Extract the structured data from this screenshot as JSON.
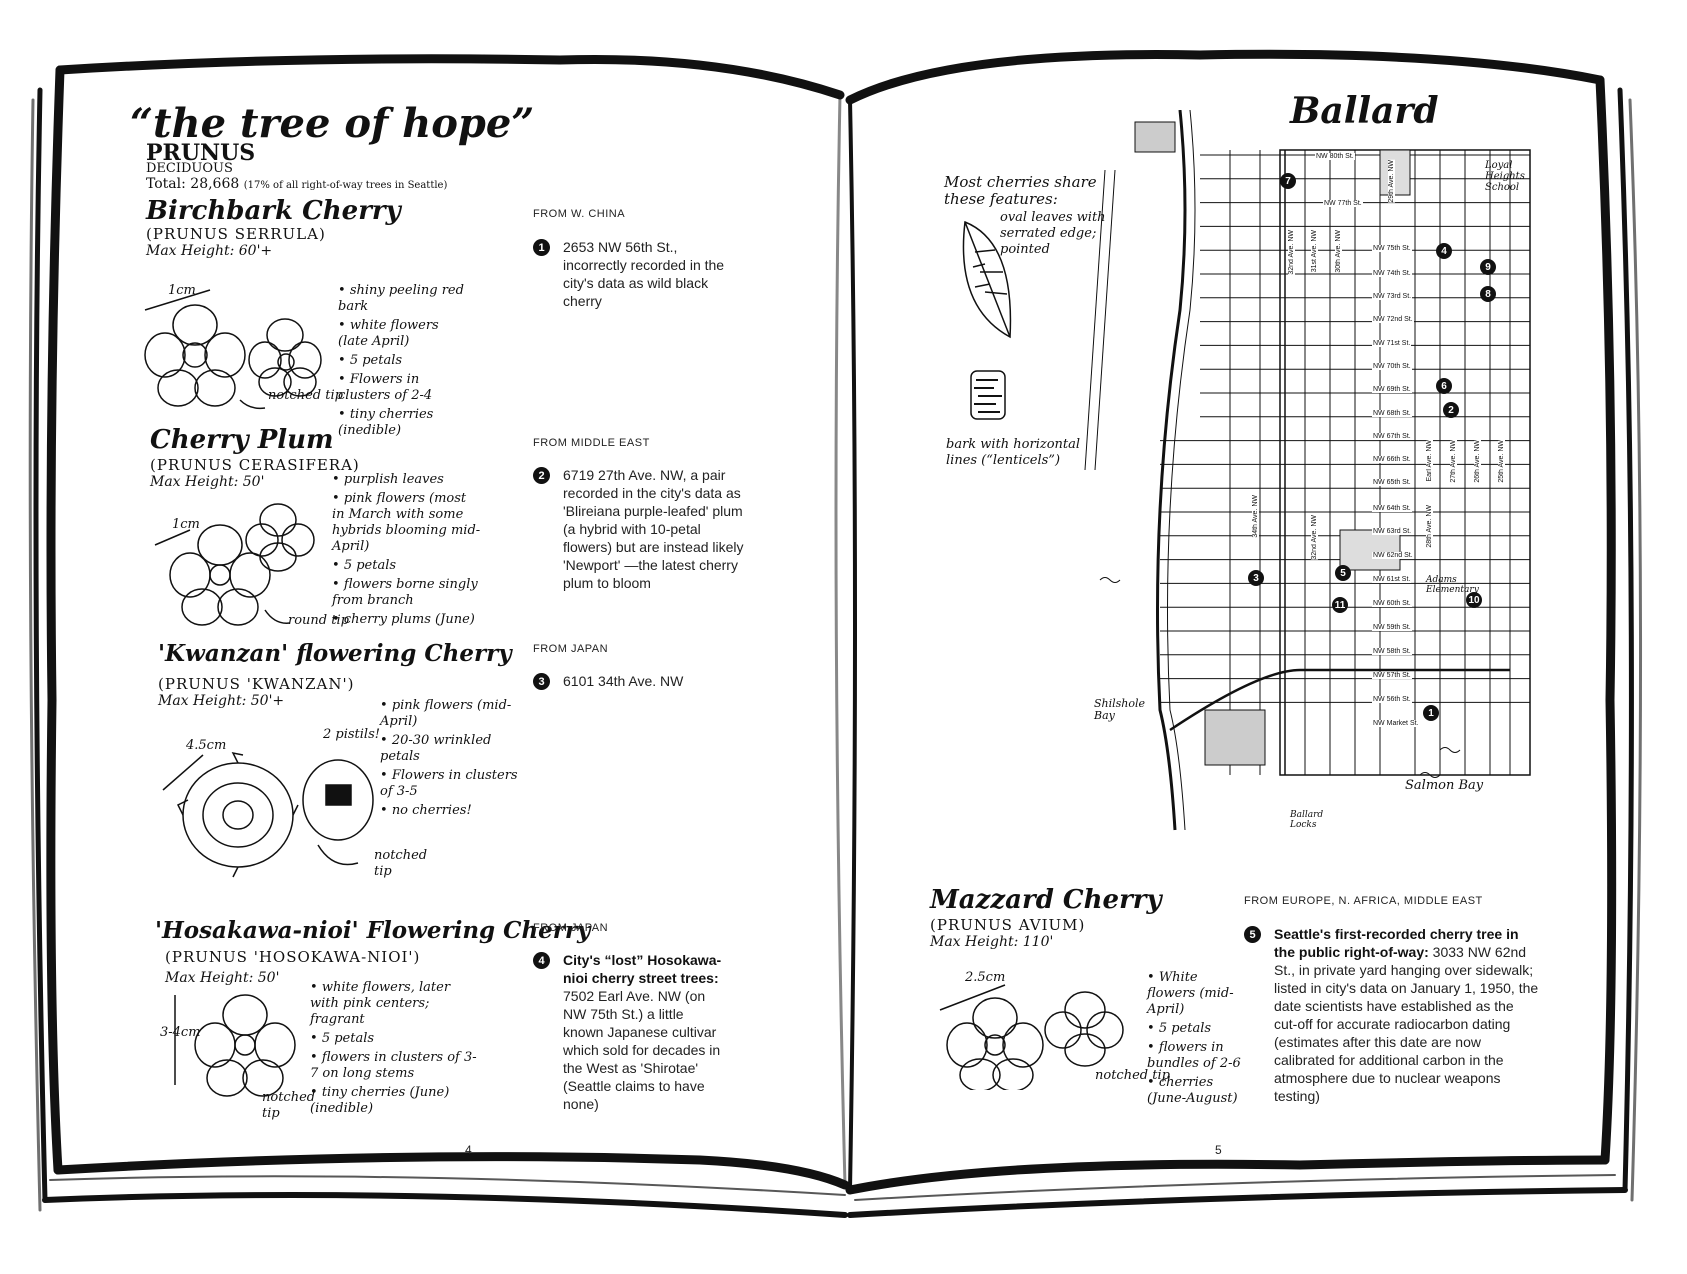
{
  "left_page": {
    "title": "“the tree of hope”",
    "genus": "PRUNUS",
    "habit": "DECIDUOUS",
    "total": "Total: 28,668",
    "total_note": "(17% of all right-of-way trees in Seattle)",
    "page_number": "4",
    "species": [
      {
        "name": "Birchbark Cherry",
        "latin": "(PRUNUS SERRULA)",
        "height": "Max Height: 60'+",
        "scale": "1cm",
        "features": [
          "shiny peeling red bark",
          "white flowers (late April)",
          "5 petals",
          "Flowers in clusters of 2-4",
          "tiny cherries (inedible)"
        ],
        "callout": "notched tip",
        "origin": "FROM W. CHINA",
        "entry_number": "1",
        "entry_text": "2653 NW 56th St., incorrectly recorded in the city's data as wild black cherry"
      },
      {
        "name": "Cherry Plum",
        "latin": "(PRUNUS CERASIFERA)",
        "height": "Max Height: 50'",
        "scale": "1cm",
        "features": [
          "purplish leaves",
          "pink flowers (most in March with some hybrids blooming mid-April)",
          "5 petals",
          "flowers borne singly from branch",
          "cherry plums (June)"
        ],
        "callout": "round tip",
        "origin": "FROM MIDDLE EAST",
        "entry_number": "2",
        "entry_text": "6719 27th Ave. NW, a pair recorded in the city's data as 'Blireiana purple-leafed' plum (a hybrid with 10-petal flowers) but are instead likely 'Newport' —the latest cherry plum to bloom"
      },
      {
        "name": "'Kwanzan' flowering Cherry",
        "latin": "(PRUNUS 'KWANZAN')",
        "height": "Max Height: 50'+",
        "scale": "4.5cm",
        "features": [
          "pink flowers (mid-April)",
          "20-30 wrinkled petals",
          "Flowers in clusters of 3-5",
          "no cherries!"
        ],
        "callout": "notched tip",
        "callout2": "2 pistils!",
        "origin": "FROM JAPAN",
        "entry_number": "3",
        "entry_text": "6101 34th Ave. NW"
      },
      {
        "name": "'Hosakawa-nioi' Flowering Cherry",
        "latin": "(PRUNUS 'HOSOKAWA-NIOI')",
        "height": "Max Height: 50'",
        "scale": "3-4cm",
        "features": [
          "white flowers, later with pink centers; fragrant",
          "5 petals",
          "flowers in clusters of 3-7 on long stems",
          "tiny cherries (June) (inedible)"
        ],
        "callout": "notched tip",
        "origin": "FROM JAPAN",
        "entry_number": "4",
        "entry_bold": "City's “lost” Hosokawa-nioi cherry street trees:",
        "entry_text": "7502 Earl Ave. NW (on NW 75th St.) a little known Japanese cultivar which sold for decades in the West as 'Shirotae' (Seattle claims to have none)"
      }
    ]
  },
  "right_page": {
    "page_number": "5",
    "common": {
      "heading": "Most cherries share these features:",
      "leaf_note": "oval leaves with serrated edge; pointed",
      "bark_note": "bark with horizontal lines (“lenticels”)"
    },
    "map": {
      "title": "Ballard",
      "streets_h": [
        "NW 80th St.",
        "NW 77th St.",
        "NW 75th St.",
        "NW 74th St.",
        "NW 73rd St.",
        "NW 72nd St.",
        "NW 71st St.",
        "NW 70th St.",
        "NW 69th St.",
        "NW 68th St.",
        "NW 67th St.",
        "NW 66th St.",
        "NW 65th St.",
        "NW 64th St.",
        "NW 63rd St.",
        "NW 62nd St.",
        "NW 61st St.",
        "NW 60th St.",
        "NW 59th St.",
        "NW 58th St.",
        "NW 57th St.",
        "NW 56th St.",
        "NW Market St."
      ],
      "streets_v": [
        "32nd Ave. NW",
        "31st Ave. NW",
        "30th Ave. NW",
        "29th Ave. NW",
        "Earl Ave. NW",
        "27th Ave. NW",
        "26th Ave. NW",
        "25th Ave. NW",
        "34th Ave. NW",
        "32nd Ave. NW",
        "28th Ave. NW"
      ],
      "places": {
        "school1": "Loyal Heights School",
        "school2": "Adams Elementary",
        "bay1": "Shilshole Bay",
        "bay2": "Salmon Bay",
        "locks": "Ballard Locks"
      },
      "markers": [
        "1",
        "2",
        "3",
        "4",
        "5",
        "6",
        "7",
        "8",
        "9",
        "10",
        "11"
      ]
    },
    "species": {
      "name": "Mazzard Cherry",
      "latin": "(PRUNUS AVIUM)",
      "height": "Max Height: 110'",
      "scale": "2.5cm",
      "features": [
        "White flowers (mid-April)",
        "5 petals",
        "flowers in bundles of 2-6",
        "cherries (June-August)"
      ],
      "callout": "notched tip",
      "origin": "FROM EUROPE, N. AFRICA, MIDDLE EAST",
      "entry_number": "5",
      "entry_bold": "Seattle's first-recorded cherry tree in the public right-of-way:",
      "entry_text": "3033 NW 62nd St., in private yard hanging over sidewalk; listed in city's data on January 1, 1950, the date scientists have established as the cut-off for accurate radiocarbon dating (estimates after this date are now calibrated for additional carbon in the atmosphere due to nuclear weapons testing)"
    }
  }
}
